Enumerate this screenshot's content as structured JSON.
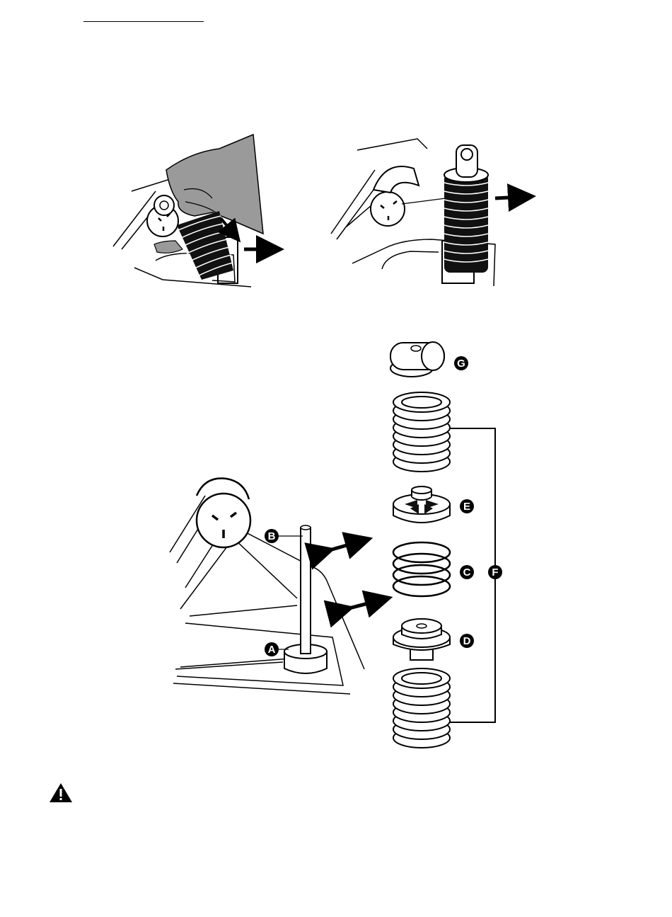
{
  "page": {
    "background": "#ffffff",
    "ink": "#000000",
    "hand_shade": "#9a9a9a"
  },
  "figures": {
    "removal_step_1": {
      "icon": "hand-pulling-spring"
    },
    "removal_step_2": {
      "icon": "spring-pulled-out"
    },
    "exploded_view": {
      "callouts": {
        "a": "A",
        "b": "B",
        "c": "C",
        "d": "D",
        "e": "E",
        "f": "F",
        "g": "G"
      }
    }
  },
  "warning": {
    "icon": "warning-triangle-icon"
  }
}
